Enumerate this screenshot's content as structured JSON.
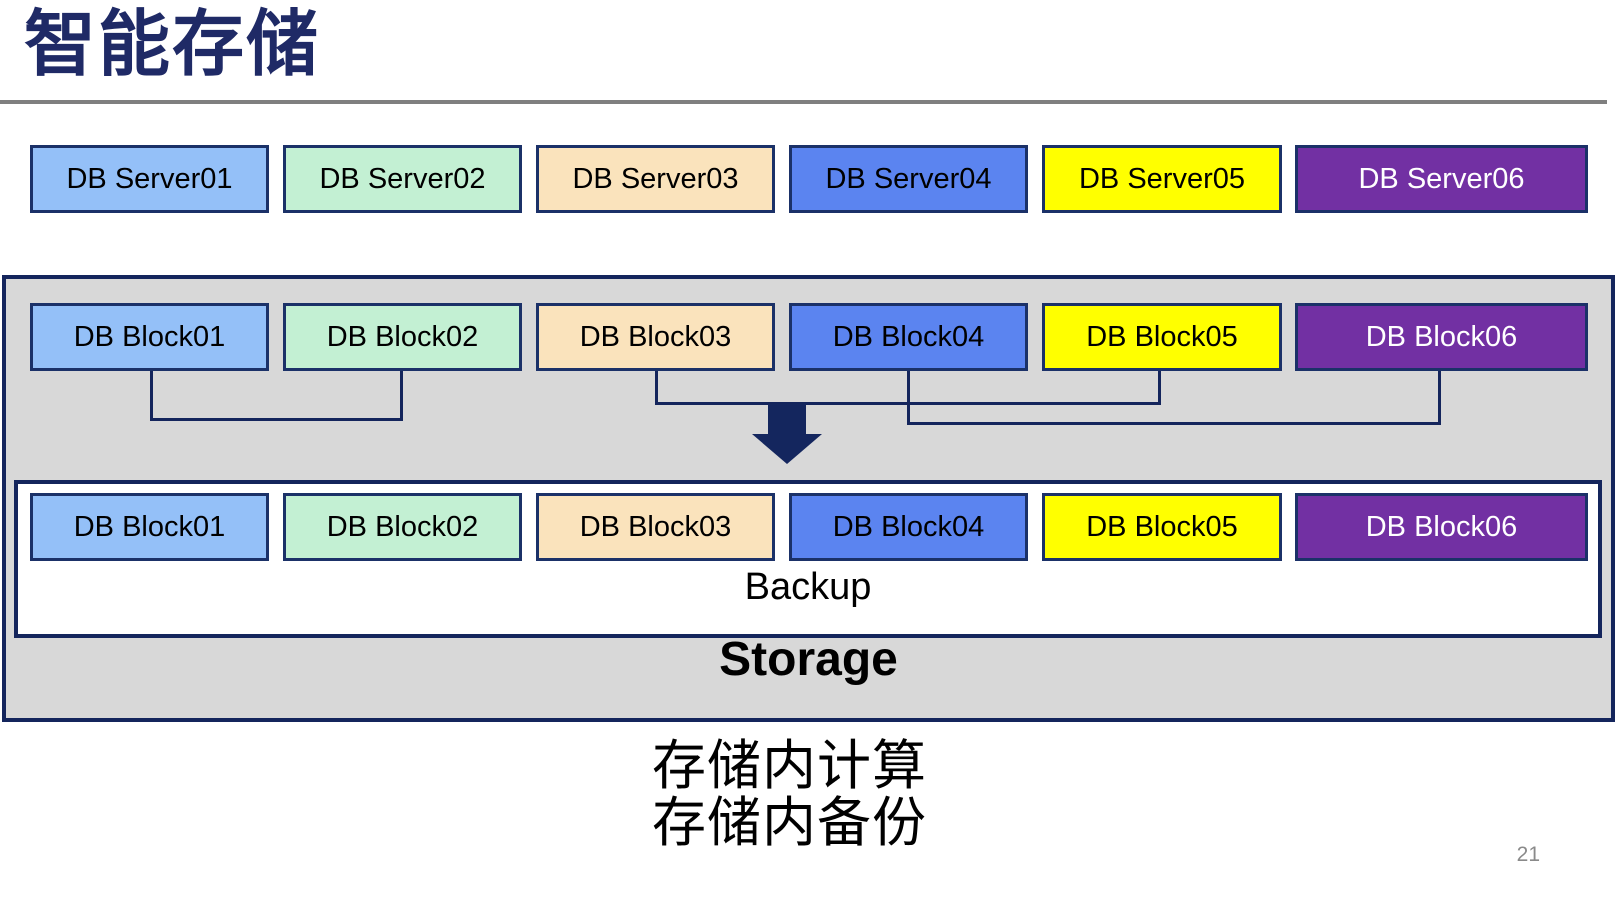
{
  "title": "智能存储",
  "page_number": "21",
  "captions": {
    "line1": "存储内计算",
    "line2": "存储内备份"
  },
  "servers": [
    {
      "name": "db-server-01",
      "label": "DB Server01",
      "fill": "#94C0F8",
      "text": "#000000"
    },
    {
      "name": "db-server-02",
      "label": "DB Server02",
      "fill": "#C3F0D3",
      "text": "#000000"
    },
    {
      "name": "db-server-03",
      "label": "DB Server03",
      "fill": "#FAE3BC",
      "text": "#000000"
    },
    {
      "name": "db-server-04",
      "label": "DB Server04",
      "fill": "#5B84F0",
      "text": "#000000"
    },
    {
      "name": "db-server-05",
      "label": "DB Server05",
      "fill": "#FFFF00",
      "text": "#000000"
    },
    {
      "name": "db-server-06",
      "label": "DB Server06",
      "fill": "#7230A3",
      "text": "#FFFFFF"
    }
  ],
  "storage": {
    "label": "Storage",
    "backup_label": "Backup",
    "upper_blocks": [
      {
        "name": "db-block-01-upper",
        "label": "DB Block01",
        "fill": "#94C0F8",
        "text": "#000000"
      },
      {
        "name": "db-block-02-upper",
        "label": "DB Block02",
        "fill": "#C3F0D3",
        "text": "#000000"
      },
      {
        "name": "db-block-03-upper",
        "label": "DB Block03",
        "fill": "#FAE3BC",
        "text": "#000000"
      },
      {
        "name": "db-block-04-upper",
        "label": "DB Block04",
        "fill": "#5B84F0",
        "text": "#000000"
      },
      {
        "name": "db-block-05-upper",
        "label": "DB Block05",
        "fill": "#FFFF00",
        "text": "#000000"
      },
      {
        "name": "db-block-06-upper",
        "label": "DB Block06",
        "fill": "#7230A3",
        "text": "#FFFFFF"
      }
    ],
    "lower_blocks": [
      {
        "name": "db-block-01-lower",
        "label": "DB Block01",
        "fill": "#94C0F8",
        "text": "#000000"
      },
      {
        "name": "db-block-02-lower",
        "label": "DB Block02",
        "fill": "#C3F0D3",
        "text": "#000000"
      },
      {
        "name": "db-block-03-lower",
        "label": "DB Block03",
        "fill": "#FAE3BC",
        "text": "#000000"
      },
      {
        "name": "db-block-04-lower",
        "label": "DB Block04",
        "fill": "#5B84F0",
        "text": "#000000"
      },
      {
        "name": "db-block-05-lower",
        "label": "DB Block05",
        "fill": "#FFFF00",
        "text": "#000000"
      },
      {
        "name": "db-block-06-lower",
        "label": "DB Block06",
        "fill": "#7230A3",
        "text": "#FFFFFF"
      }
    ],
    "mirror_pairs": [
      "Block01-Block02",
      "Block03-Block05",
      "Block04-Block06"
    ]
  },
  "colors": {
    "title": "#1F2A66",
    "box_border": "#1B3168",
    "container_border": "#14255C",
    "container_fill": "#D8D8D8",
    "connector": "#14255C",
    "arrow": "#14265E",
    "divider": "#7F7F7F",
    "page_number": "#8A8A8A"
  }
}
